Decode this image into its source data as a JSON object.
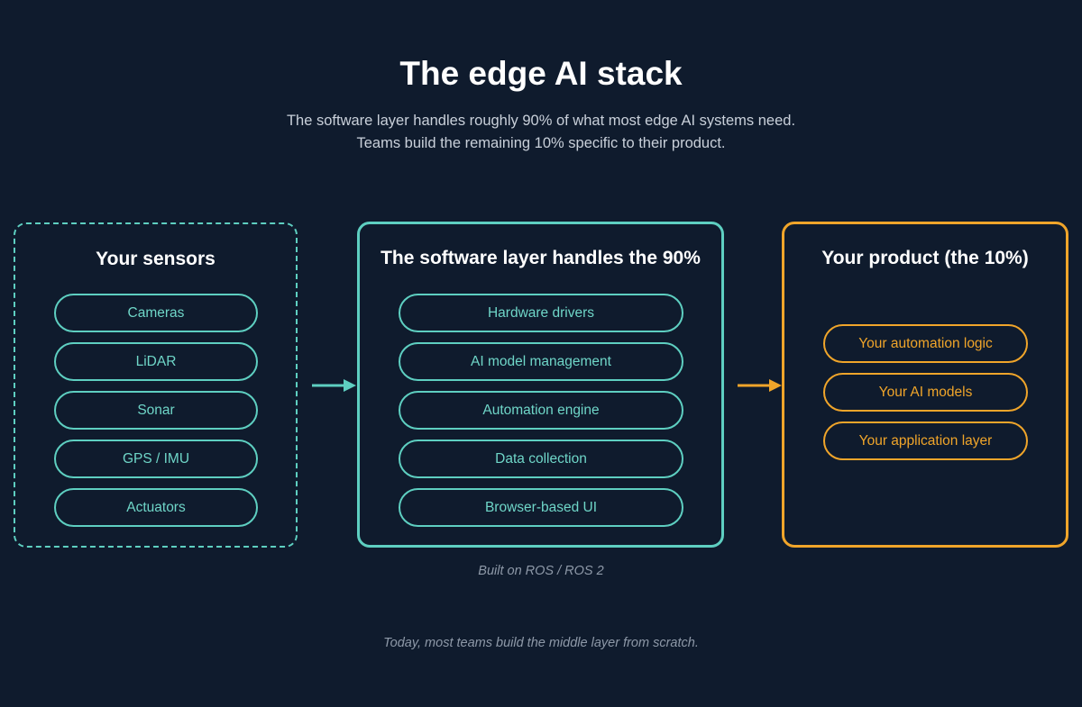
{
  "header": {
    "title": "The edge AI stack",
    "subtitle_line1": "The software layer handles roughly 90% of what most edge AI systems need.",
    "subtitle_line2": "Teams build the remaining 10% specific to their product."
  },
  "sensors": {
    "title": "Your sensors",
    "items": [
      "Cameras",
      "LiDAR",
      "Sonar",
      "GPS / IMU",
      "Actuators"
    ]
  },
  "software": {
    "title": "The software layer handles the 90%",
    "items": [
      "Hardware drivers",
      "AI model management",
      "Automation engine",
      "Data collection",
      "Browser-based UI"
    ],
    "caption": "Built on ROS / ROS 2"
  },
  "product": {
    "title": "Your product (the 10%)",
    "items": [
      "Your automation logic",
      "Your AI models",
      "Your application layer"
    ]
  },
  "footer": {
    "note": "Today, most teams build the middle layer from scratch."
  },
  "colors": {
    "background": "#0f1b2d",
    "teal": "#5ecfc1",
    "orange": "#f0a52a",
    "text": "#ffffff",
    "muted": "#8e99a8"
  }
}
